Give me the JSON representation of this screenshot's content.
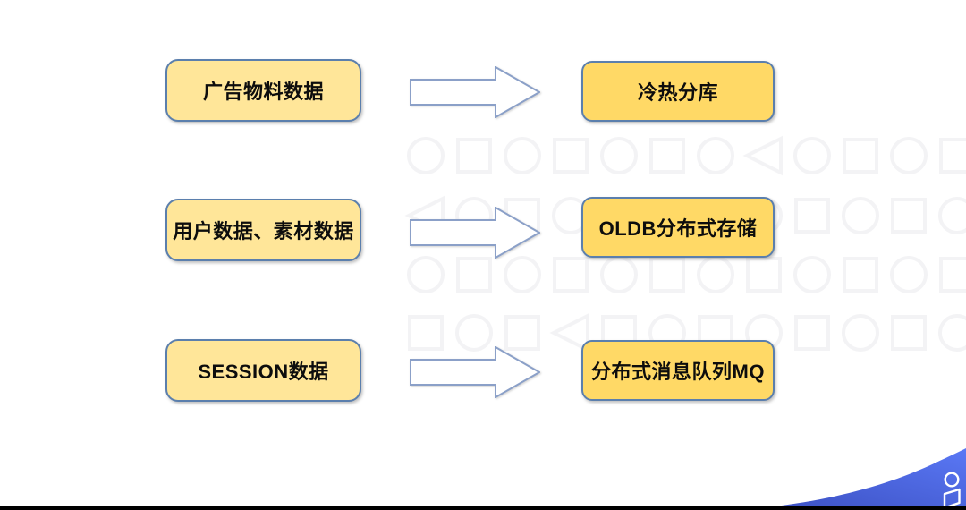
{
  "slide": {
    "flows": [
      {
        "source": "广告物料数据",
        "target": "冷热分库"
      },
      {
        "source": "用户数据、素材数据",
        "target": "OLDB分布式存储"
      },
      {
        "source": "SESSION数据",
        "target": "分布式消息队列MQ"
      }
    ],
    "colors": {
      "source_box_fill": "#FFE699",
      "target_box_fill": "#FFD966",
      "box_border": "#5B7FAD",
      "arrow_outline": "#8BA0C8",
      "arrow_fill": "#FFFFFF",
      "pattern_stroke": "#F3F3F5",
      "wave_gradient_start": "#3A4EC0",
      "wave_gradient_end": "#5A78F5",
      "bottom_bar": "#000000",
      "logo_color": "#FFFFFF"
    },
    "icons": {
      "arrow": "right-arrow-icon",
      "logo": "brand-logo-icon"
    },
    "background_pattern_rows": [
      [
        "circle",
        "square",
        "circle",
        "square",
        "circle",
        "square",
        "circle",
        "triangle",
        "circle",
        "square",
        "circle",
        "square"
      ],
      [
        "triangle",
        "circle",
        "square",
        "circle",
        "square",
        "circle",
        "square",
        "circle",
        "square",
        "circle",
        "square",
        "circle"
      ],
      [
        "circle",
        "square",
        "circle",
        "square",
        "circle",
        "square",
        "circle",
        "square",
        "circle",
        "square",
        "circle",
        "square"
      ],
      [
        "square",
        "circle",
        "square",
        "triangle",
        "square",
        "circle",
        "square",
        "circle",
        "square",
        "circle",
        "square",
        "circle"
      ]
    ]
  }
}
